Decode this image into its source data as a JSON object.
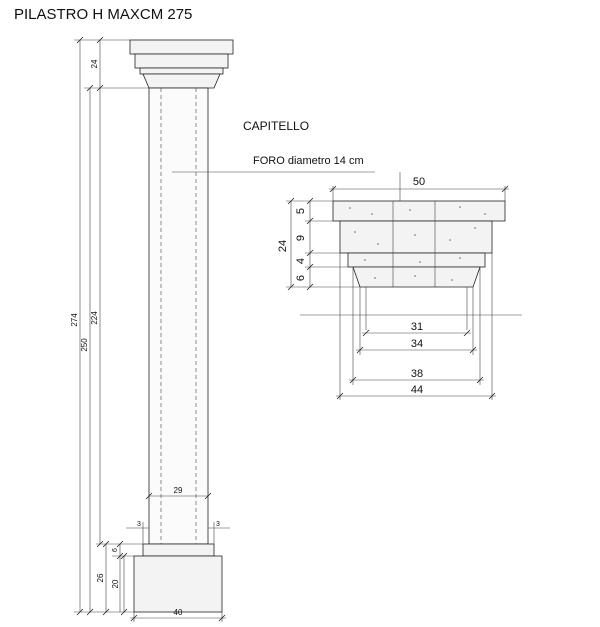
{
  "title": "PILASTRO H MAXCM 275",
  "labels": {
    "capitello": "CAPITELLO",
    "foro": "FORO diametro 14 cm"
  },
  "pillar_dims": {
    "cap_height": "24",
    "shaft_height": "224",
    "shaft_plus_base": "250",
    "total_height": "274",
    "shaft_width": "29",
    "base_offset_left": "3",
    "base_offset_right": "3",
    "plinth_step": "6",
    "base_height": "26",
    "plinth_height": "20",
    "base_width": "40"
  },
  "capital_dims": {
    "top_width": "50",
    "h_top": "5",
    "h_mid": "9",
    "h_total": "24",
    "h_lower": "4",
    "h_bottom": "6",
    "w_31": "31",
    "w_34": "34",
    "w_38": "38",
    "w_44": "44"
  }
}
